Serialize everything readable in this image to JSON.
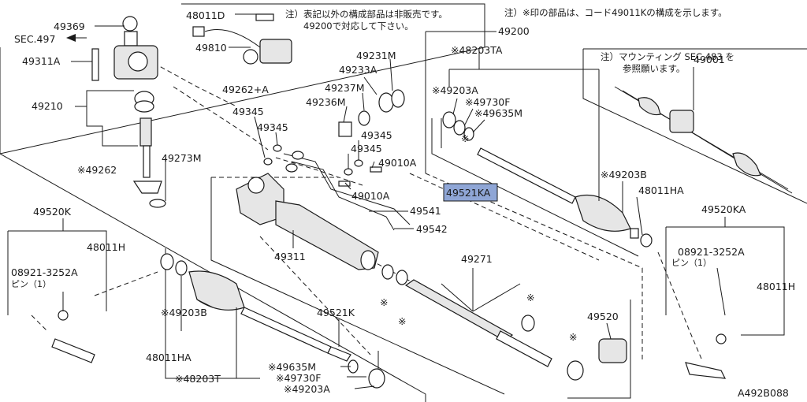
{
  "figure_code": "A492B088",
  "notes": {
    "not_sold": [
      "注）表記以外の構成部品は非販売です。",
      "49200で対応して下さい。"
    ],
    "kit_code": "注）※印の部品は、コード49011Kの構成を示します。",
    "mounting": [
      "注）マウンティング SEC.483 を",
      "参照願います。"
    ]
  },
  "section_ref": "SEC.497",
  "highlighted_part": "49521KA",
  "labels": [
    {
      "id": "p49369",
      "text": "49369"
    },
    {
      "id": "sec497",
      "text": "SEC.497"
    },
    {
      "id": "p49311A",
      "text": "49311A"
    },
    {
      "id": "p49210",
      "text": "49210"
    },
    {
      "id": "p49262s",
      "text": "※49262"
    },
    {
      "id": "p49273M",
      "text": "49273M"
    },
    {
      "id": "p48011D",
      "text": "48011D"
    },
    {
      "id": "p49810",
      "text": "49810"
    },
    {
      "id": "p49262A",
      "text": "49262+A"
    },
    {
      "id": "p49231M",
      "text": "49231M"
    },
    {
      "id": "p49233A",
      "text": "49233A"
    },
    {
      "id": "p49237M",
      "text": "49237M"
    },
    {
      "id": "p49236M",
      "text": "49236M"
    },
    {
      "id": "p49345a",
      "text": "49345"
    },
    {
      "id": "p49345b",
      "text": "49345"
    },
    {
      "id": "p49345c",
      "text": "49345"
    },
    {
      "id": "p49345d",
      "text": "49345"
    },
    {
      "id": "p49010Aa",
      "text": "49010A"
    },
    {
      "id": "p49010Ab",
      "text": "49010A"
    },
    {
      "id": "p49541",
      "text": "49541"
    },
    {
      "id": "p49542",
      "text": "49542"
    },
    {
      "id": "p49311",
      "text": "49311"
    },
    {
      "id": "p49200",
      "text": "49200"
    },
    {
      "id": "p48203TA",
      "text": "※48203TA"
    },
    {
      "id": "p49203Aa",
      "text": "※49203A"
    },
    {
      "id": "p49730Fa",
      "text": "※49730F"
    },
    {
      "id": "p49635Ma",
      "text": "※49635M"
    },
    {
      "id": "p49203Ba",
      "text": "※49203B"
    },
    {
      "id": "p48011HAa",
      "text": "48011HA"
    },
    {
      "id": "p49001",
      "text": "49001"
    },
    {
      "id": "p49520KA",
      "text": "49520KA"
    },
    {
      "id": "p08921a",
      "text": "08921-3252A"
    },
    {
      "id": "pinA",
      "text": "ピン（1）"
    },
    {
      "id": "p48011Ha",
      "text": "48011H"
    },
    {
      "id": "p49520K",
      "text": "49520K"
    },
    {
      "id": "p48011Hb",
      "text": "48011H"
    },
    {
      "id": "p08921b",
      "text": "08921-3252A"
    },
    {
      "id": "pinB",
      "text": "ピン（1）"
    },
    {
      "id": "p49203Bb",
      "text": "※49203B"
    },
    {
      "id": "p49521K",
      "text": "49521K"
    },
    {
      "id": "p49271",
      "text": "49271"
    },
    {
      "id": "p49520",
      "text": "49520"
    },
    {
      "id": "p48011HAb",
      "text": "48011HA"
    },
    {
      "id": "p49635Mb",
      "text": "※49635M"
    },
    {
      "id": "p49730Fb",
      "text": "※49730F"
    },
    {
      "id": "p49203Ab",
      "text": "※49203A"
    },
    {
      "id": "p48203T",
      "text": "※48203T"
    },
    {
      "id": "star1",
      "text": "※"
    },
    {
      "id": "star2",
      "text": "※"
    },
    {
      "id": "star3",
      "text": "※"
    },
    {
      "id": "star4",
      "text": "※"
    },
    {
      "id": "star5",
      "text": "※"
    }
  ]
}
